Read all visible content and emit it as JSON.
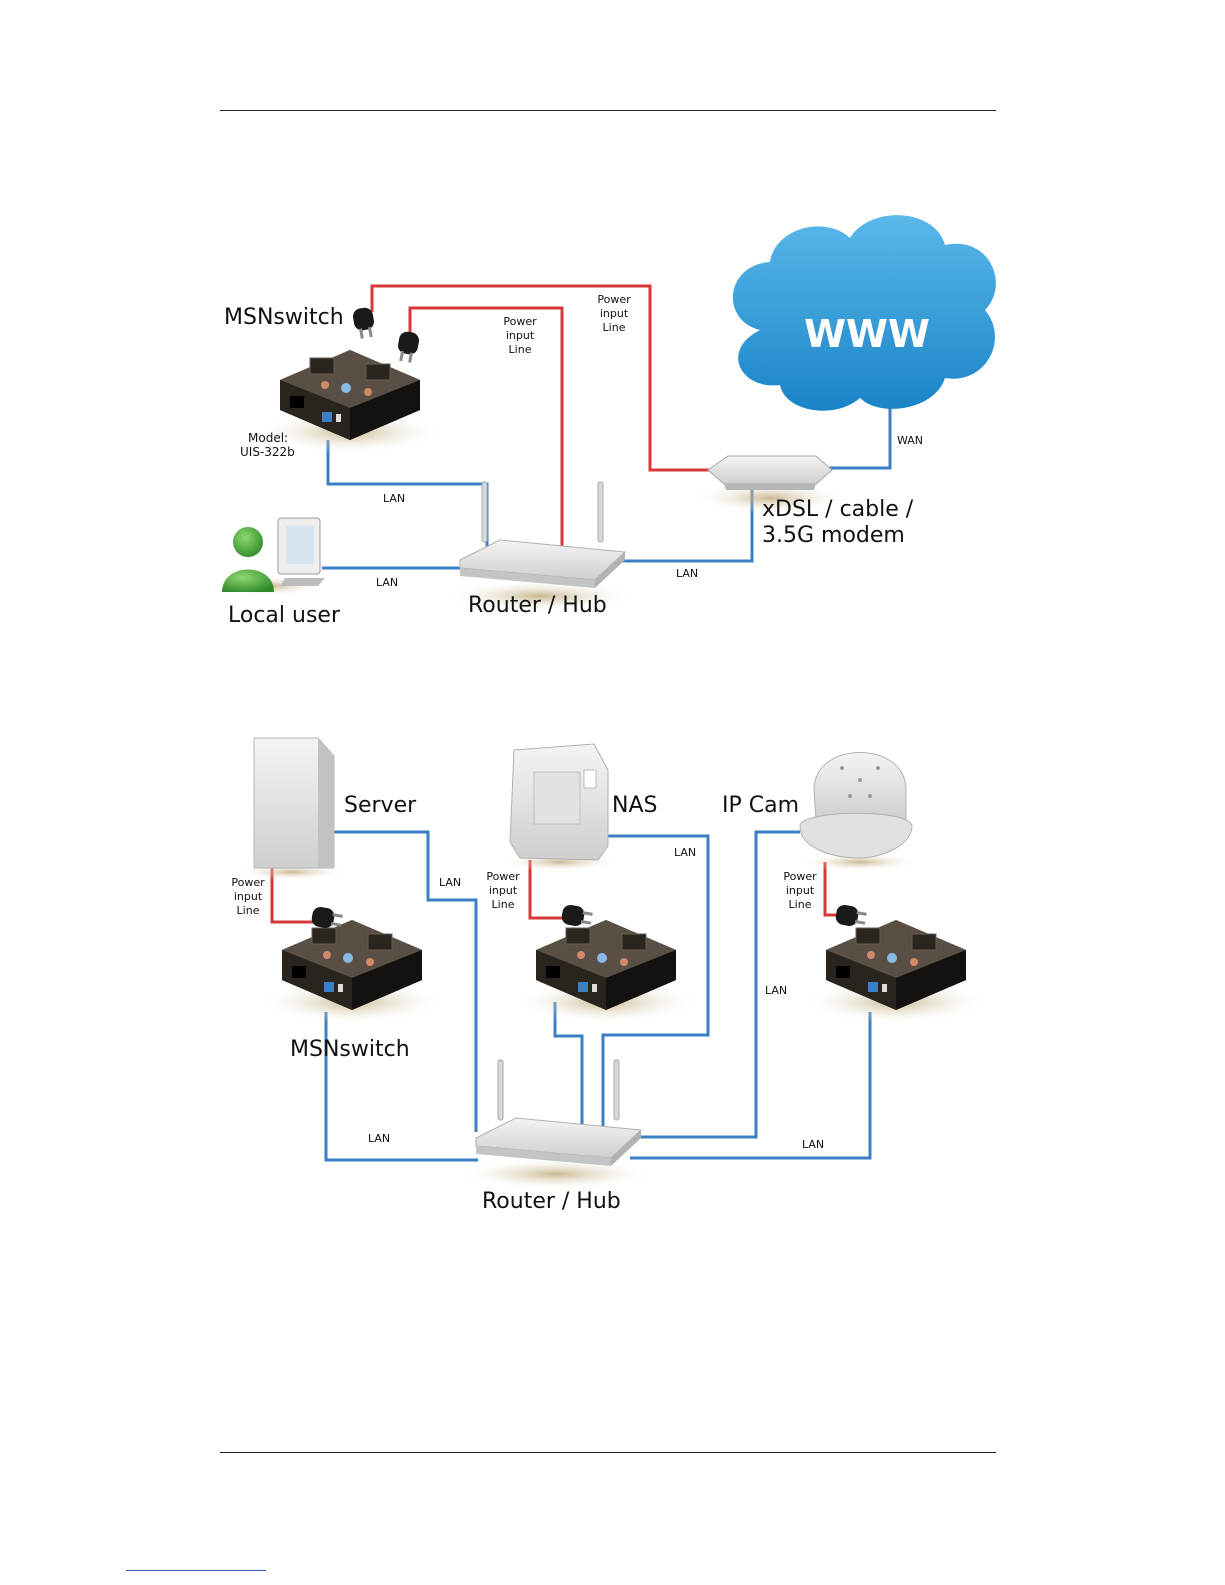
{
  "colors": {
    "power_line": "#d93838",
    "lan_line": "#3b7fc4",
    "cloud": "#2a9ad6"
  },
  "diagram1": {
    "msnswitch_label": "MSNswitch",
    "model_label_line1": "Model:",
    "model_label_line2": "UIS-322b",
    "cloud_label": "WWW",
    "wan_label": "WAN",
    "modem_label_line1": "xDSL / cable /",
    "modem_label_line2": "3.5G modem",
    "router_label": "Router / Hub",
    "local_user_label": "Local user",
    "lan_label_switch": "LAN",
    "lan_label_user": "LAN",
    "lan_label_modem": "LAN",
    "power_label_router": [
      "Power",
      "input",
      "Line"
    ],
    "power_label_modem": [
      "Power",
      "input",
      "Line"
    ]
  },
  "diagram2": {
    "server_label": "Server",
    "nas_label": "NAS",
    "ipcam_label": "IP Cam",
    "msnswitch_label": "MSNswitch",
    "router_label": "Router / Hub",
    "lan_server": "LAN",
    "lan_nas": "LAN",
    "lan_ipcam": "LAN",
    "lan_switch_left": "LAN",
    "lan_switch_right": "LAN",
    "power_label_server": [
      "Power",
      "input",
      "Line"
    ],
    "power_label_nas": [
      "Power",
      "input",
      "Line"
    ],
    "power_label_ipcam": [
      "Power",
      "input",
      "Line"
    ]
  }
}
